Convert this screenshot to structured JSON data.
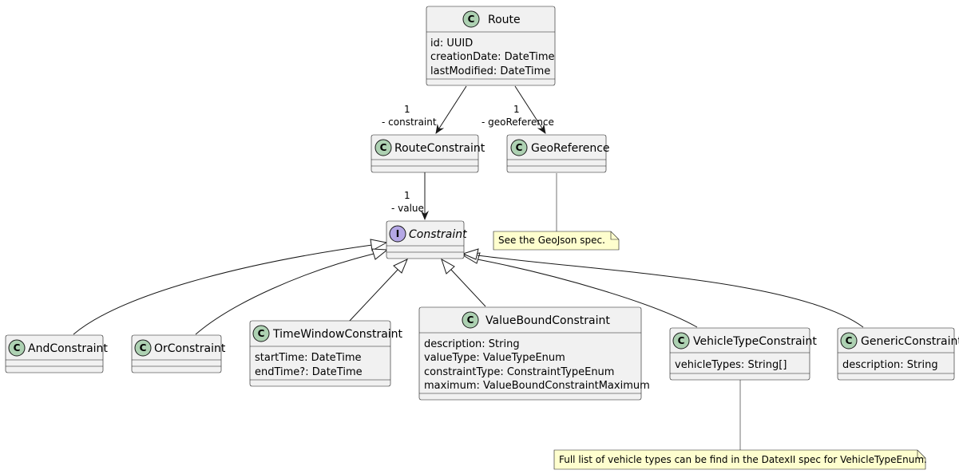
{
  "classes": {
    "route": {
      "name": "Route",
      "kind": "class",
      "attrs": [
        "id: UUID",
        "creationDate: DateTime",
        "lastModified: DateTime"
      ]
    },
    "route_constraint": {
      "name": "RouteConstraint",
      "kind": "class",
      "attrs": []
    },
    "geo_reference": {
      "name": "GeoReference",
      "kind": "class",
      "attrs": []
    },
    "constraint": {
      "name": "Constraint",
      "kind": "interface",
      "attrs": []
    },
    "and_constraint": {
      "name": "AndConstraint",
      "kind": "class",
      "attrs": []
    },
    "or_constraint": {
      "name": "OrConstraint",
      "kind": "class",
      "attrs": []
    },
    "time_window_constraint": {
      "name": "TimeWindowConstraint",
      "kind": "class",
      "attrs": [
        "startTime: DateTime",
        "endTime?: DateTime"
      ]
    },
    "value_bound_constraint": {
      "name": "ValueBoundConstraint",
      "kind": "class",
      "attrs": [
        "description: String",
        "valueType: ValueTypeEnum",
        "constraintType: ConstraintTypeEnum",
        "maximum: ValueBoundConstraintMaximum"
      ]
    },
    "vehicle_type_constraint": {
      "name": "VehicleTypeConstraint",
      "kind": "class",
      "attrs": [
        "vehicleTypes: String[]"
      ]
    },
    "generic_constraint": {
      "name": "GenericConstraint",
      "kind": "class",
      "attrs": [
        "description: String"
      ]
    }
  },
  "glyphs": {
    "class": "C",
    "interface": "I"
  },
  "associations": {
    "route_to_constraint": {
      "multiplicity": "1",
      "role": "- constraint"
    },
    "route_to_georeference": {
      "multiplicity": "1",
      "role": "- geoReference"
    },
    "routeconstraint_to_constraint": {
      "multiplicity": "1",
      "role": "- value"
    }
  },
  "notes": {
    "georeference_note": "See the GeoJson spec.",
    "vehicletype_note": "Full list of vehicle types can be find in the DatexII spec for VehicleTypeEnum."
  },
  "colors": {
    "class_fill": "#f1f1f1",
    "class_stereotype": "#add1b2",
    "interface_stereotype": "#b4a7e5",
    "note_fill": "#fefece",
    "line": "#181818"
  }
}
